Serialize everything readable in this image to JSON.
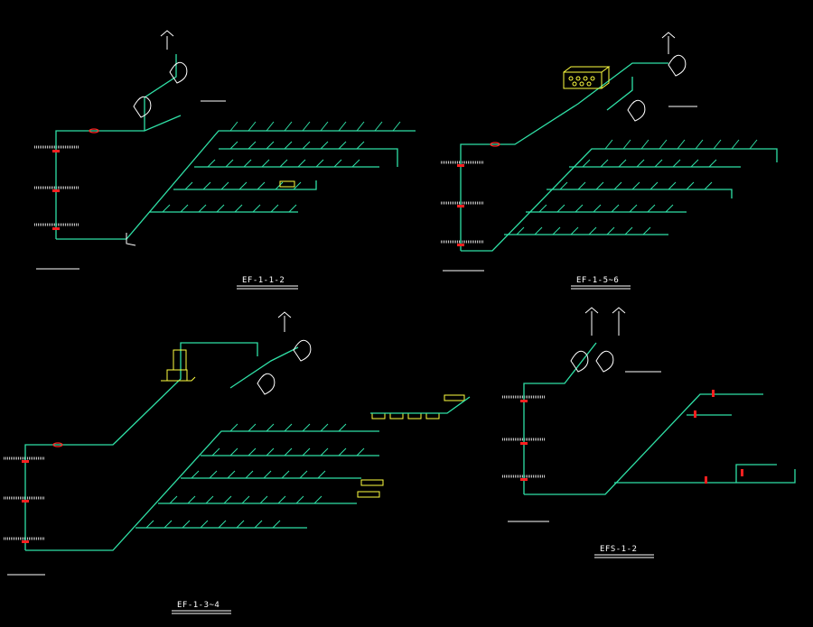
{
  "drawings": [
    {
      "id": "ef-1-1-2",
      "title": "EF-1-1-2"
    },
    {
      "id": "ef-1-5-6",
      "title": "EF-1-5~6"
    },
    {
      "id": "ef-1-3-4",
      "title": "EF-1-3~4"
    },
    {
      "id": "efs-1-2",
      "title": "EFS-1-2"
    }
  ],
  "colors": {
    "background": "#000000",
    "pipe": "#2fe0a6",
    "valve": "#ff2020",
    "equipment": "#ffff40",
    "annotation": "#ffffff"
  }
}
